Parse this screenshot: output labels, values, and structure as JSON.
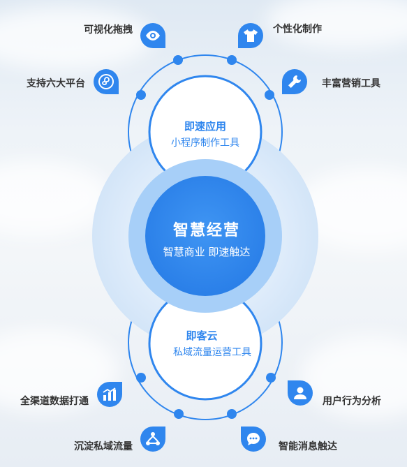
{
  "center": {
    "title": "智慧经营",
    "subtitle": "智慧商业  即速触达"
  },
  "top_bubble": {
    "title": "即速应用",
    "subtitle": "小程序制作工具"
  },
  "bottom_bubble": {
    "title": "即客云",
    "subtitle": "私域流量运营工具"
  },
  "features": {
    "visual_drag": {
      "label": "可视化拖拽",
      "icon": "eye-icon"
    },
    "personalized": {
      "label": "个性化制作",
      "icon": "tshirt-icon"
    },
    "six_platforms": {
      "label": "支持六大平台",
      "icon": "mini-program-icon"
    },
    "marketing_tools": {
      "label": "丰富营销工具",
      "icon": "wrench-icon"
    },
    "all_channel_data": {
      "label": "全渠道数据打通",
      "icon": "bar-chart-icon"
    },
    "user_behavior": {
      "label": "用户行为分析",
      "icon": "user-icon"
    },
    "private_traffic": {
      "label": "沉淀私域流量",
      "icon": "network-icon"
    },
    "smart_message": {
      "label": "智能消息触达",
      "icon": "chat-icon"
    }
  },
  "colors": {
    "primary": "#2f86ee",
    "light_ring": "#9cc8f7",
    "outer_halo": "#dbe9f8"
  }
}
